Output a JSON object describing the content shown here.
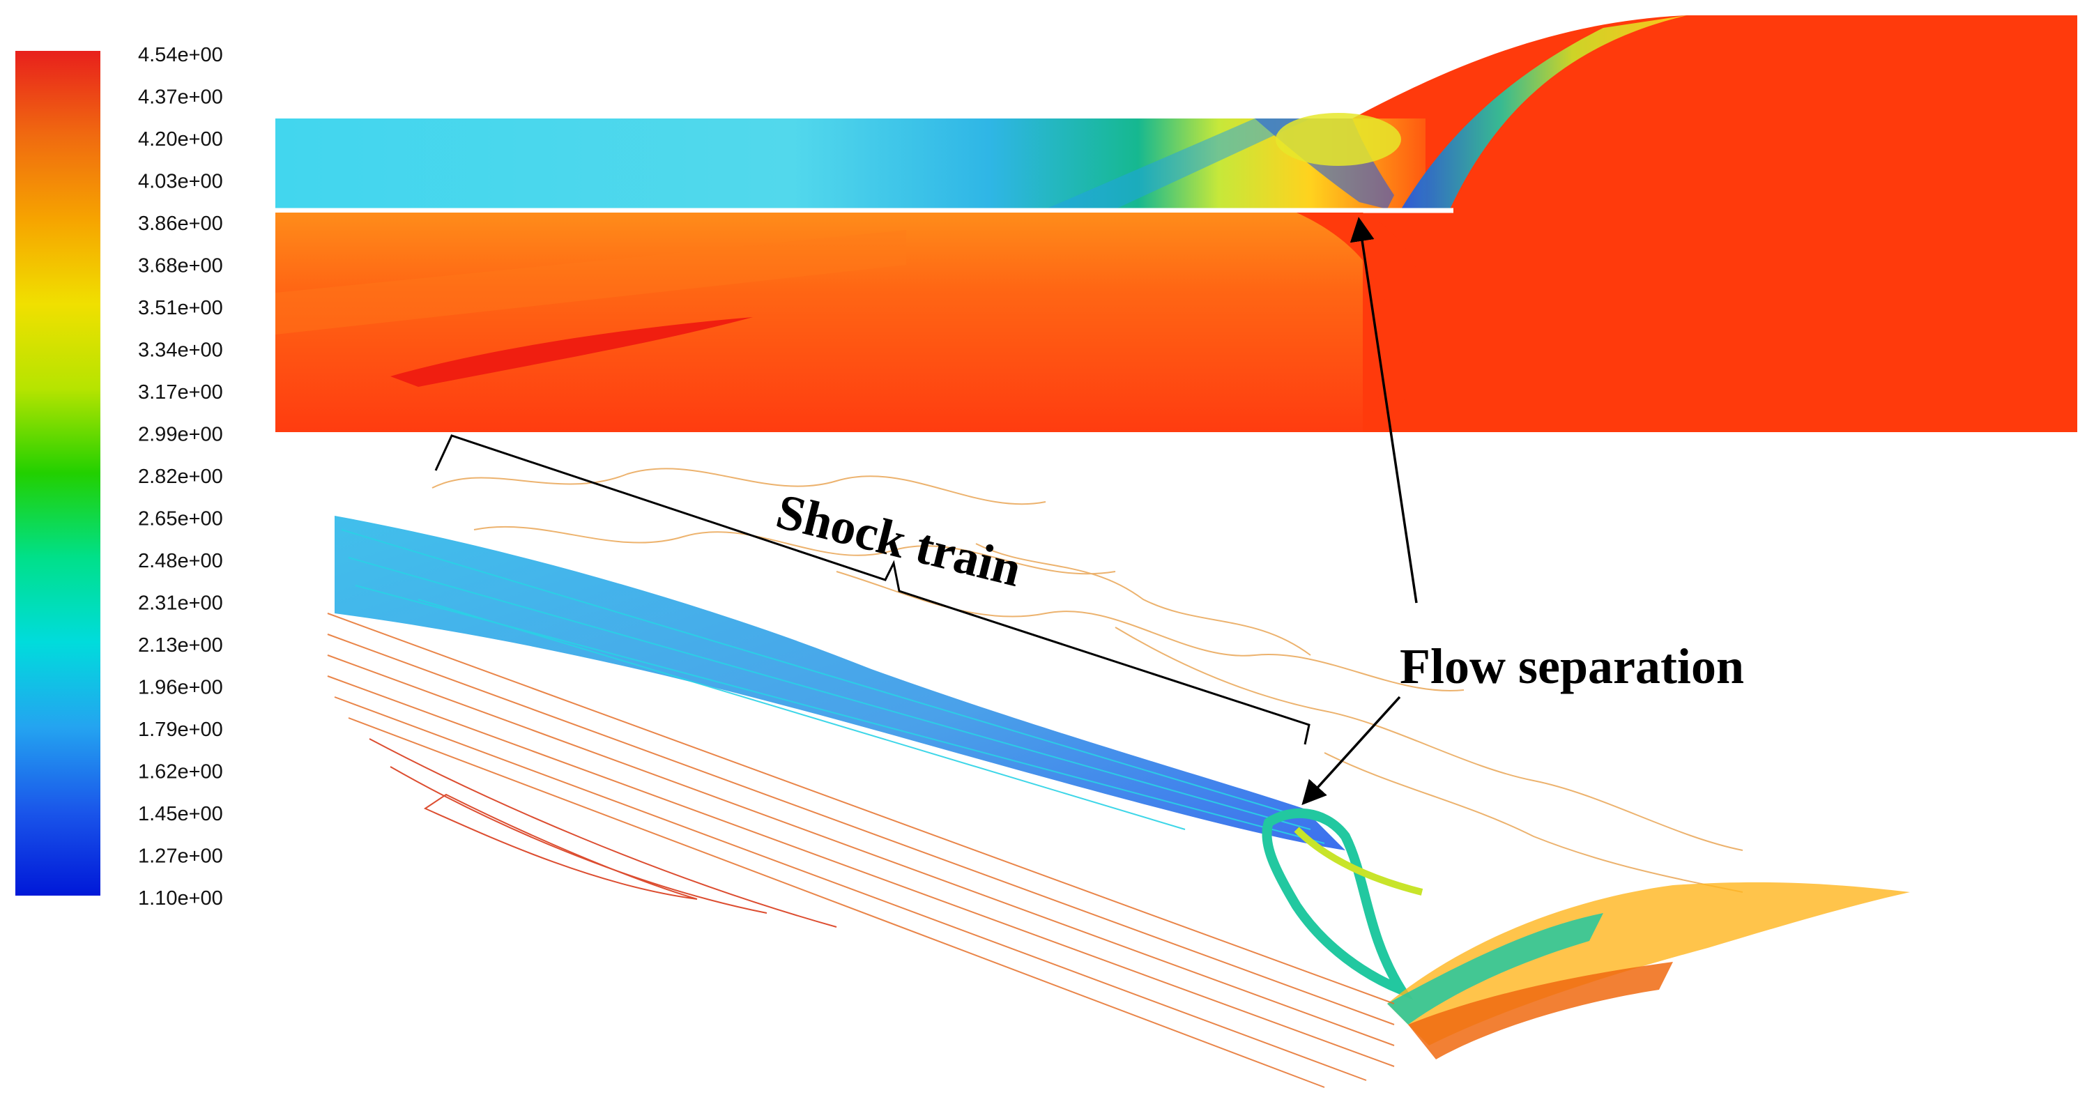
{
  "colorbar": {
    "labels": [
      "4.54e+00",
      "4.37e+00",
      "4.20e+00",
      "4.03e+00",
      "3.86e+00",
      "3.68e+00",
      "3.51e+00",
      "3.34e+00",
      "3.17e+00",
      "2.99e+00",
      "2.82e+00",
      "2.65e+00",
      "2.48e+00",
      "2.31e+00",
      "2.13e+00",
      "1.96e+00",
      "1.79e+00",
      "1.62e+00",
      "1.45e+00",
      "1.27e+00",
      "1.10e+00"
    ],
    "max": 4.54,
    "min": 1.1,
    "colors": [
      "#e8201c",
      "#f06a10",
      "#f6a400",
      "#f0e000",
      "#b6e400",
      "#22d000",
      "#00e08a",
      "#00dcdc",
      "#24a4f0",
      "#1a56ea",
      "#0018d8"
    ]
  },
  "annotations": {
    "shock_train": "Shock train",
    "flow_separation": "Flow separation"
  }
}
